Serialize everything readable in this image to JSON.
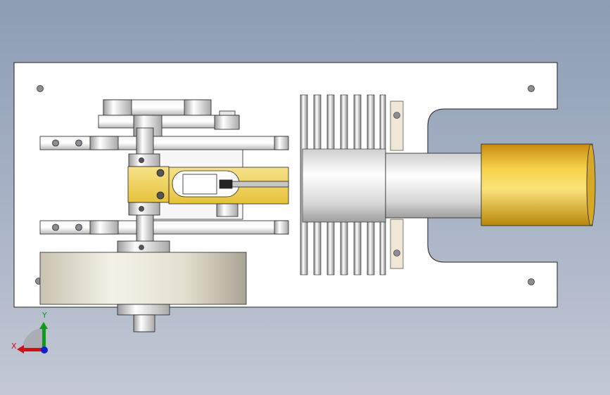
{
  "view": {
    "type": "3D CAD model view",
    "orientation_triad": {
      "x_label": "X",
      "y_label": "Y",
      "x_color": "#d01010",
      "y_color": "#0f9a1f",
      "z_color": "#1020d0"
    }
  },
  "colors": {
    "background_top": "#8c9db4",
    "background_bottom": "#c3c8d4",
    "base_plate": "#ffffff",
    "brass": "#f2d04a",
    "gold_cylinder": "#e0b020",
    "steel": "#d8d8d8",
    "edge": "#222222"
  },
  "parts": [
    "base-plate",
    "cooling-fins",
    "cylinder-tube",
    "gold-cylinder",
    "flywheel",
    "crank-frame",
    "crosshead",
    "connecting-rod",
    "mounting-holes"
  ]
}
